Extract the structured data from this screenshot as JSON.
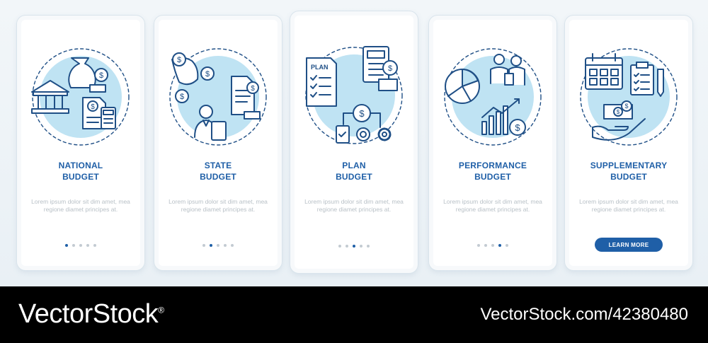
{
  "screens": [
    {
      "title_1": "NATIONAL",
      "title_2": "BUDGET",
      "description": "Lorem ipsum dolor sit dim amet, mea regione diamet principes at.",
      "active_dot": 0
    },
    {
      "title_1": "STATE",
      "title_2": "BUDGET",
      "description": "Lorem ipsum dolor sit dim amet, mea regione diamet principes at.",
      "active_dot": 1
    },
    {
      "title_1": "PLAN",
      "title_2": "BUDGET",
      "description": "Lorem ipsum dolor sit dim amet, mea regione diamet principes at.",
      "active_dot": 2,
      "icon_text": "PLAN"
    },
    {
      "title_1": "PERFORMANCE",
      "title_2": "BUDGET",
      "description": "Lorem ipsum dolor sit dim amet, mea regione diamet principes at.",
      "active_dot": 3
    },
    {
      "title_1": "SUPPLEMENTARY",
      "title_2": "BUDGET",
      "description": "Lorem ipsum dolor sit dim amet, mea regione diamet principes at.",
      "button_label": "LEARN MORE"
    }
  ],
  "icons": [
    "government-budget-icon",
    "state-budget-icon",
    "plan-budget-icon",
    "performance-budget-icon",
    "supplementary-budget-icon"
  ],
  "colors": {
    "accent": "#1f5fa7",
    "illustration_fill": "#bfe3f3",
    "illustration_stroke": "#1f4f86",
    "dot_inactive": "#c3cbd2"
  },
  "footer": {
    "brand": "VectorStock",
    "registered": "®",
    "image_code": "VectorStock.com/42380480"
  }
}
